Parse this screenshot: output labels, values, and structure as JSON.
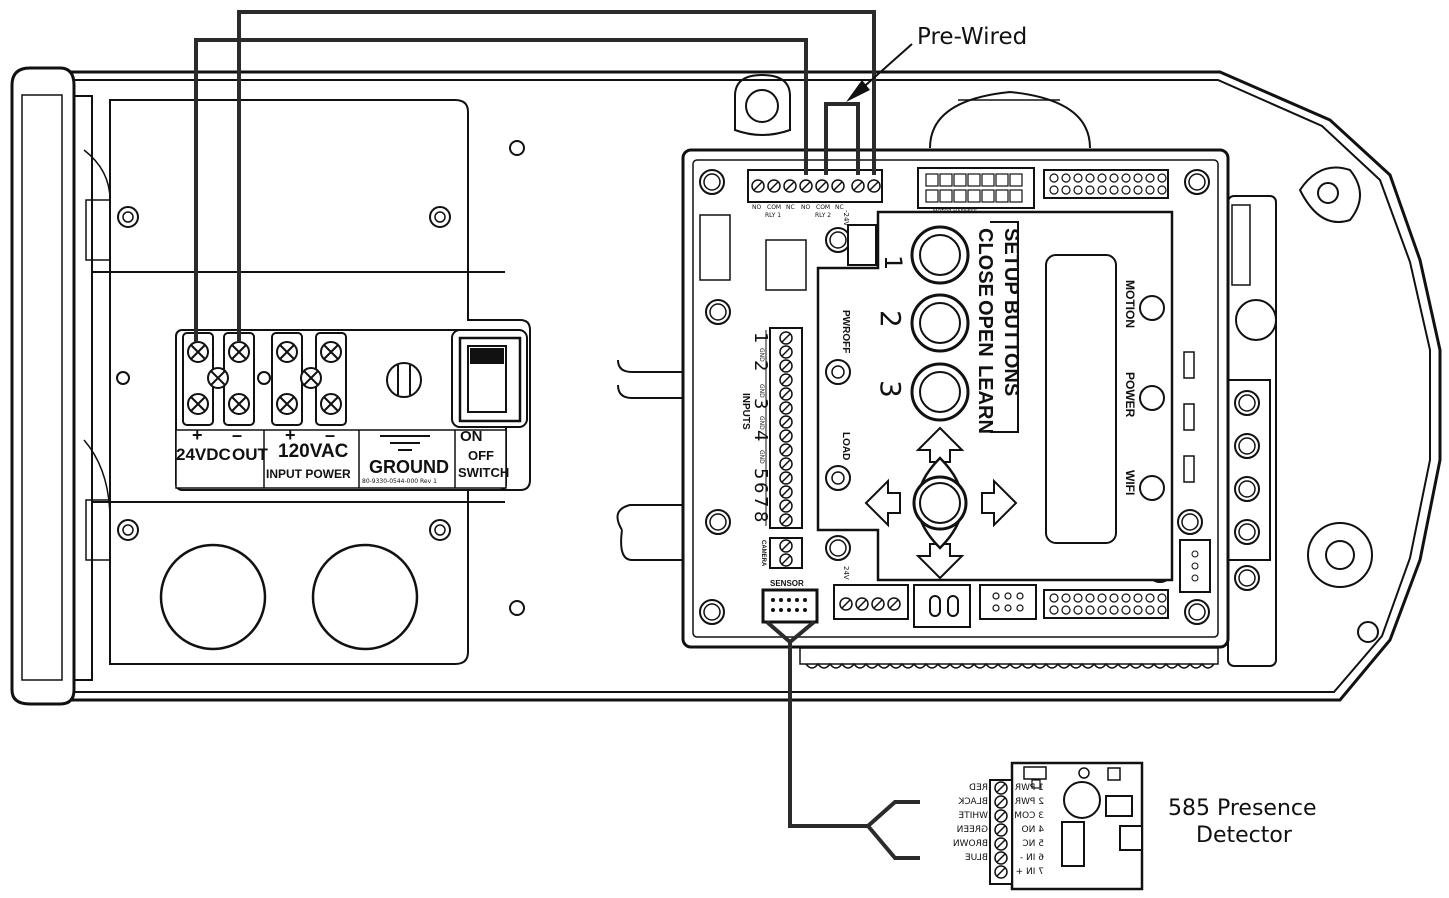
{
  "callouts": {
    "pre_wired": "Pre-Wired",
    "detector_line1": "585 Presence",
    "detector_line2": "Detector"
  },
  "power_strip": {
    "plus": "+",
    "minus": "–",
    "dc": "24VDC",
    "out": "OUT",
    "ac": "120VAC",
    "input_power": "INPUT POWER",
    "ground": "GROUND",
    "part_no": "80-9330-0544-000  Rev 1",
    "on": "ON",
    "off": "OFF",
    "switch": "SWITCH"
  },
  "relay_block": {
    "no": "NO",
    "com": "COM",
    "nc": "NC",
    "rly1": "RLY 1",
    "rly2": "RLY 2",
    "v24": "-24V",
    "motor": "MOTOR HARNESS"
  },
  "control_board": {
    "setup_buttons": "SETUP BUTTONS",
    "close": "CLOSE",
    "open": "OPEN",
    "learn": "LEARN",
    "btn1": "1",
    "btn2": "2",
    "btn3": "3",
    "pwroff": "PWROFF",
    "load": "LOAD",
    "motion": "MOTION",
    "power": "POWER",
    "wifi": "WIFI",
    "inputs": "INPUTS",
    "gnd": "GND",
    "input_numbers": [
      "1",
      "2",
      "3",
      "4",
      "5",
      "6",
      "7",
      "8"
    ],
    "camera": "CAMERA",
    "sensor": "SENSOR",
    "v24": "24V"
  },
  "detector_terminals": [
    {
      "pin": "1 PWR",
      "wire": "RED"
    },
    {
      "pin": "2 PWR",
      "wire": "BLACK"
    },
    {
      "pin": "3 COM",
      "wire": "WHITE"
    },
    {
      "pin": "4 NO",
      "wire": "GREEN"
    },
    {
      "pin": "5 NC",
      "wire": ""
    },
    {
      "pin": "6 IN -",
      "wire": "BROWN"
    },
    {
      "pin": "7 IN +",
      "wire": "BLUE"
    }
  ]
}
